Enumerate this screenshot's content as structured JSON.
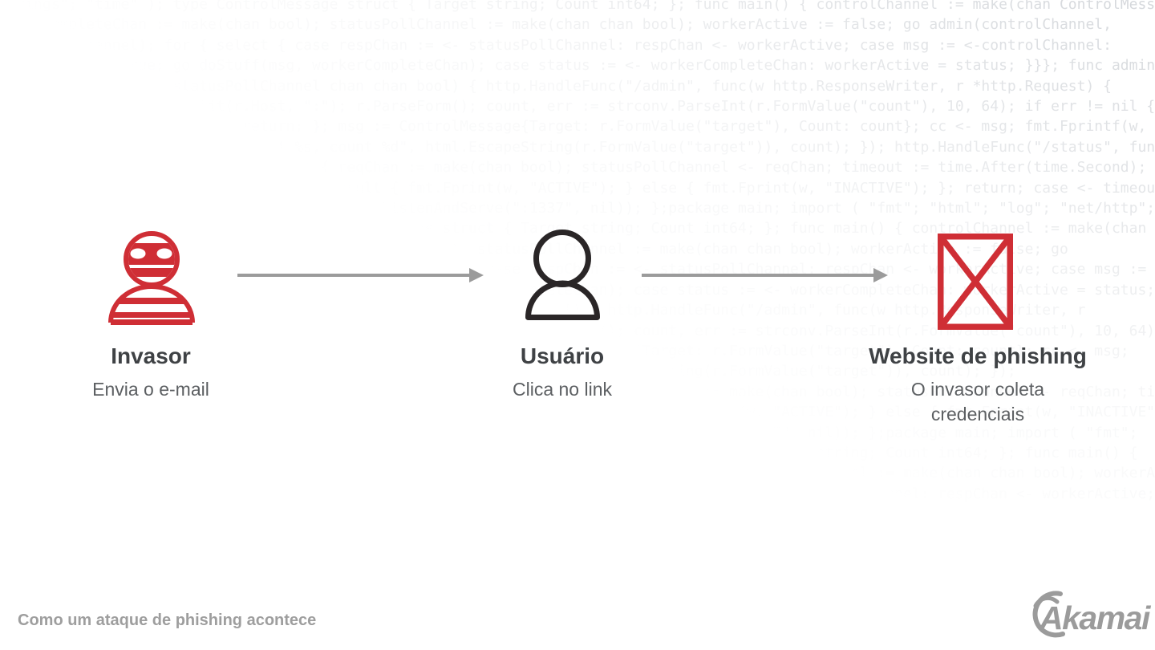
{
  "caption": "Como um ataque de phishing acontece",
  "brand": {
    "logo_text": "Akamai"
  },
  "colors": {
    "accent_red": "#cf2e35",
    "icon_dark": "#2a2627",
    "arrow_gray": "#9b9b9b",
    "title_text": "#3f4245",
    "subtitle_text": "#5c5f62",
    "caption_gray": "#9e9e9e",
    "code_gray": "#d4d7db",
    "background": "#ffffff"
  },
  "steps": [
    {
      "icon": "burglar-icon",
      "title": "Invasor",
      "subtitle": "Envia o e-mail"
    },
    {
      "icon": "person-icon",
      "title": "Usuário",
      "subtitle": "Clica no link"
    },
    {
      "icon": "crossed-website-icon",
      "title": "Website de phishing",
      "subtitle": "O invasor coleta credenciais"
    }
  ],
  "background_code": {
    "text": "\"strings\"; \"time\" ); type ControlMessage struct { Target string; Count int64; }; func main() { controlChannel := make(chan ControlMessage); workerCompleteChan := make(chan bool); statusPollChannel := make(chan chan bool); workerActive := false; go admin(controlChannel, statusPollChannel); for { select { case respChan := <- statusPollChannel: respChan <- workerActive; case msg := <-controlChannel: workerActive = true; go doStuff(msg, workerCompleteChan); case status := <- workerCompleteChan: workerActive = status; }}}; func admin(cc chan ControlMessage, statusPollChannel chan chan bool) { http.HandleFunc(\"/admin\", func(w http.ResponseWriter, r *http.Request) { hostTokens := strings.Split(r.Host, \":\"); r.ParseForm(); count, err := strconv.ParseInt(r.FormValue(\"count\"), 10, 64); if err != nil { fmt.Fprintf(w, err.Error()); return; }; msg := ControlMessage{Target: r.FormValue(\"target\"), Count: count}; cc <- msg; fmt.Fprintf(w, \"Control message issued for Target %s, count %d\", html.EscapeString(r.FormValue(\"target\")), count); }); http.HandleFunc(\"/status\", func(w http.ResponseWriter, r *http.Request) { reqChan := make(chan bool); statusPollChannel <- reqChan; timeout := time.After(time.Second); select { case result := <- reqChan: if result { fmt.Fprint(w, \"ACTIVE\"); } else { fmt.Fprint(w, \"INACTIVE\"); }; return; case <- timeout: fmt.Fprint(w, \"TIMEOUT\");}}); log.Fatal(http.ListenAndServe(\":1337\", nil)); };package main; import ( \"fmt\"; \"html\"; \"log\"; \"net/http\"; \"strconv\"; \"strings\"; \"time\" ); type ControlMessage struct { Target string; Count int64; }; func main() { controlChannel := make(chan ControlMessage); workerCompleteChan := make(chan bool); statusPollChannel := make(chan chan bool); workerActive := false; go admin(controlChannel, statusPollChannel); for { select { case respChan := <- statusPollChannel: respChan <- workerActive; case msg := <-controlChannel: workerActive = true; go doStuff(msg, workerCompleteChan); case status := <- workerCompleteChan: workerActive = status; }}}; func admin(cc chan ControlMessage, statusPollChannel chan chan bool) { http.HandleFunc(\"/admin\", func(w http.ResponseWriter, r *http.Request) { hostTokens := strings.Split(r.Host, \":\"); r.ParseForm(); count, err := strconv.ParseInt(r.FormValue(\"count\"), 10, 64); if err != nil { fmt.Fprintf(w, err.Error()); return; }; msg := ControlMessage{Target: r.FormValue(\"target\"), Count: count}; cc <- msg; fmt.Fprintf(w, \"Control message issued for Target %s, count %d\", html.EscapeString(r.FormValue(\"target\")), count); }); http.HandleFunc(\"/status\", func(w http.ResponseWriter, r *http.Request) { reqChan := make(chan bool); statusPollChannel <- reqChan; timeout := time.After(time.Second); select { case result := <- reqChan: if result { fmt.Fprint(w, \"ACTIVE\"); } else { fmt.Fprint(w, \"INACTIVE\"); }; return; case <- timeout: fmt.Fprint(w, \"TIMEOUT\");}}); log.Fatal(http.ListenAndServe(\":1337\", nil)); };package main; import ( \"fmt\"; \"html\"; \"log\"; \"net/http\"; \"strconv\"; \"strings\"; \"time\" ); type ControlMessage struct { Target string; Count int64; }; func main() { controlChannel := make(chan ControlMessage); workerCompleteChan := make(chan bool); statusPollChannel := make(chan chan bool); workerActive := false; go admin(controlChannel, statusPollChannel); for { select { case respChan := <- statusPollChannel: respChan <- workerActive;"
  }
}
